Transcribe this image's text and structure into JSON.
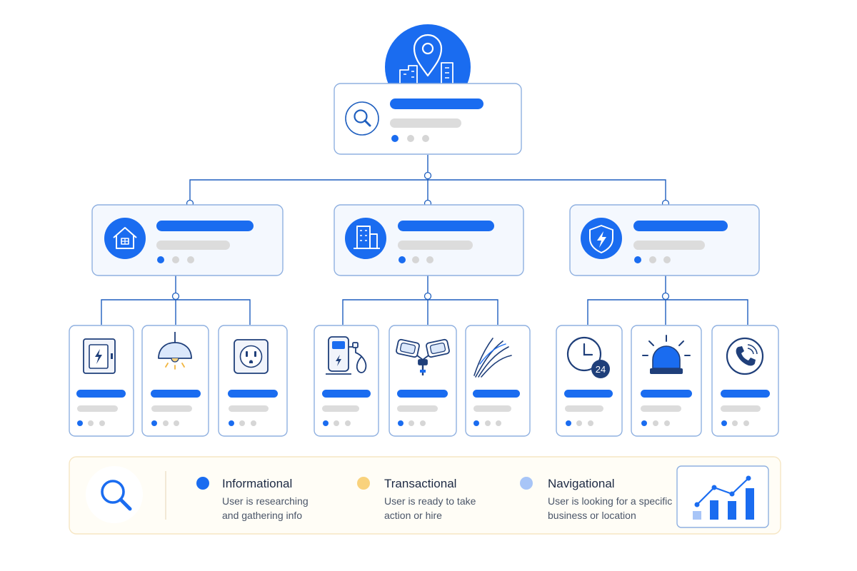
{
  "colors": {
    "primary": "#1a6cf0",
    "border": "#8fb0e0",
    "card_bg": "#f4f8fe",
    "placeholder": "#dcdcdc",
    "dot_inactive": "#d6d6d6",
    "legend_bg": "#fffdf6",
    "legend_border": "#f6e6c4",
    "informational": "#1a6cf0",
    "transactional": "#f9d27c",
    "navigational": "#a8c5f7"
  },
  "root": {
    "badge_icon": "map-pin-city-icon",
    "icon": "search-icon"
  },
  "categories": [
    {
      "icon": "home-icon",
      "children": [
        {
          "icon": "electrical-panel-icon"
        },
        {
          "icon": "pendant-lamp-icon"
        },
        {
          "icon": "power-outlet-icon"
        }
      ]
    },
    {
      "icon": "office-building-icon",
      "children": [
        {
          "icon": "ev-charger-icon"
        },
        {
          "icon": "flood-lights-icon"
        },
        {
          "icon": "wires-icon"
        }
      ]
    },
    {
      "icon": "shield-bolt-icon",
      "children": [
        {
          "icon": "clock-24-icon"
        },
        {
          "icon": "emergency-siren-icon"
        },
        {
          "icon": "phone-icon"
        }
      ]
    }
  ],
  "clock_badge": "24",
  "legend": {
    "icon": "search-icon",
    "chart_icon": "growth-chart-icon",
    "items": [
      {
        "key": "informational",
        "title": "Informational",
        "line1": "User is researching",
        "line2": "and gathering info"
      },
      {
        "key": "transactional",
        "title": "Transactional",
        "line1": "User is ready to take",
        "line2": "action or hire"
      },
      {
        "key": "navigational",
        "title": "Navigational",
        "line1": "User is looking for a specific",
        "line2": "business or location"
      }
    ]
  }
}
